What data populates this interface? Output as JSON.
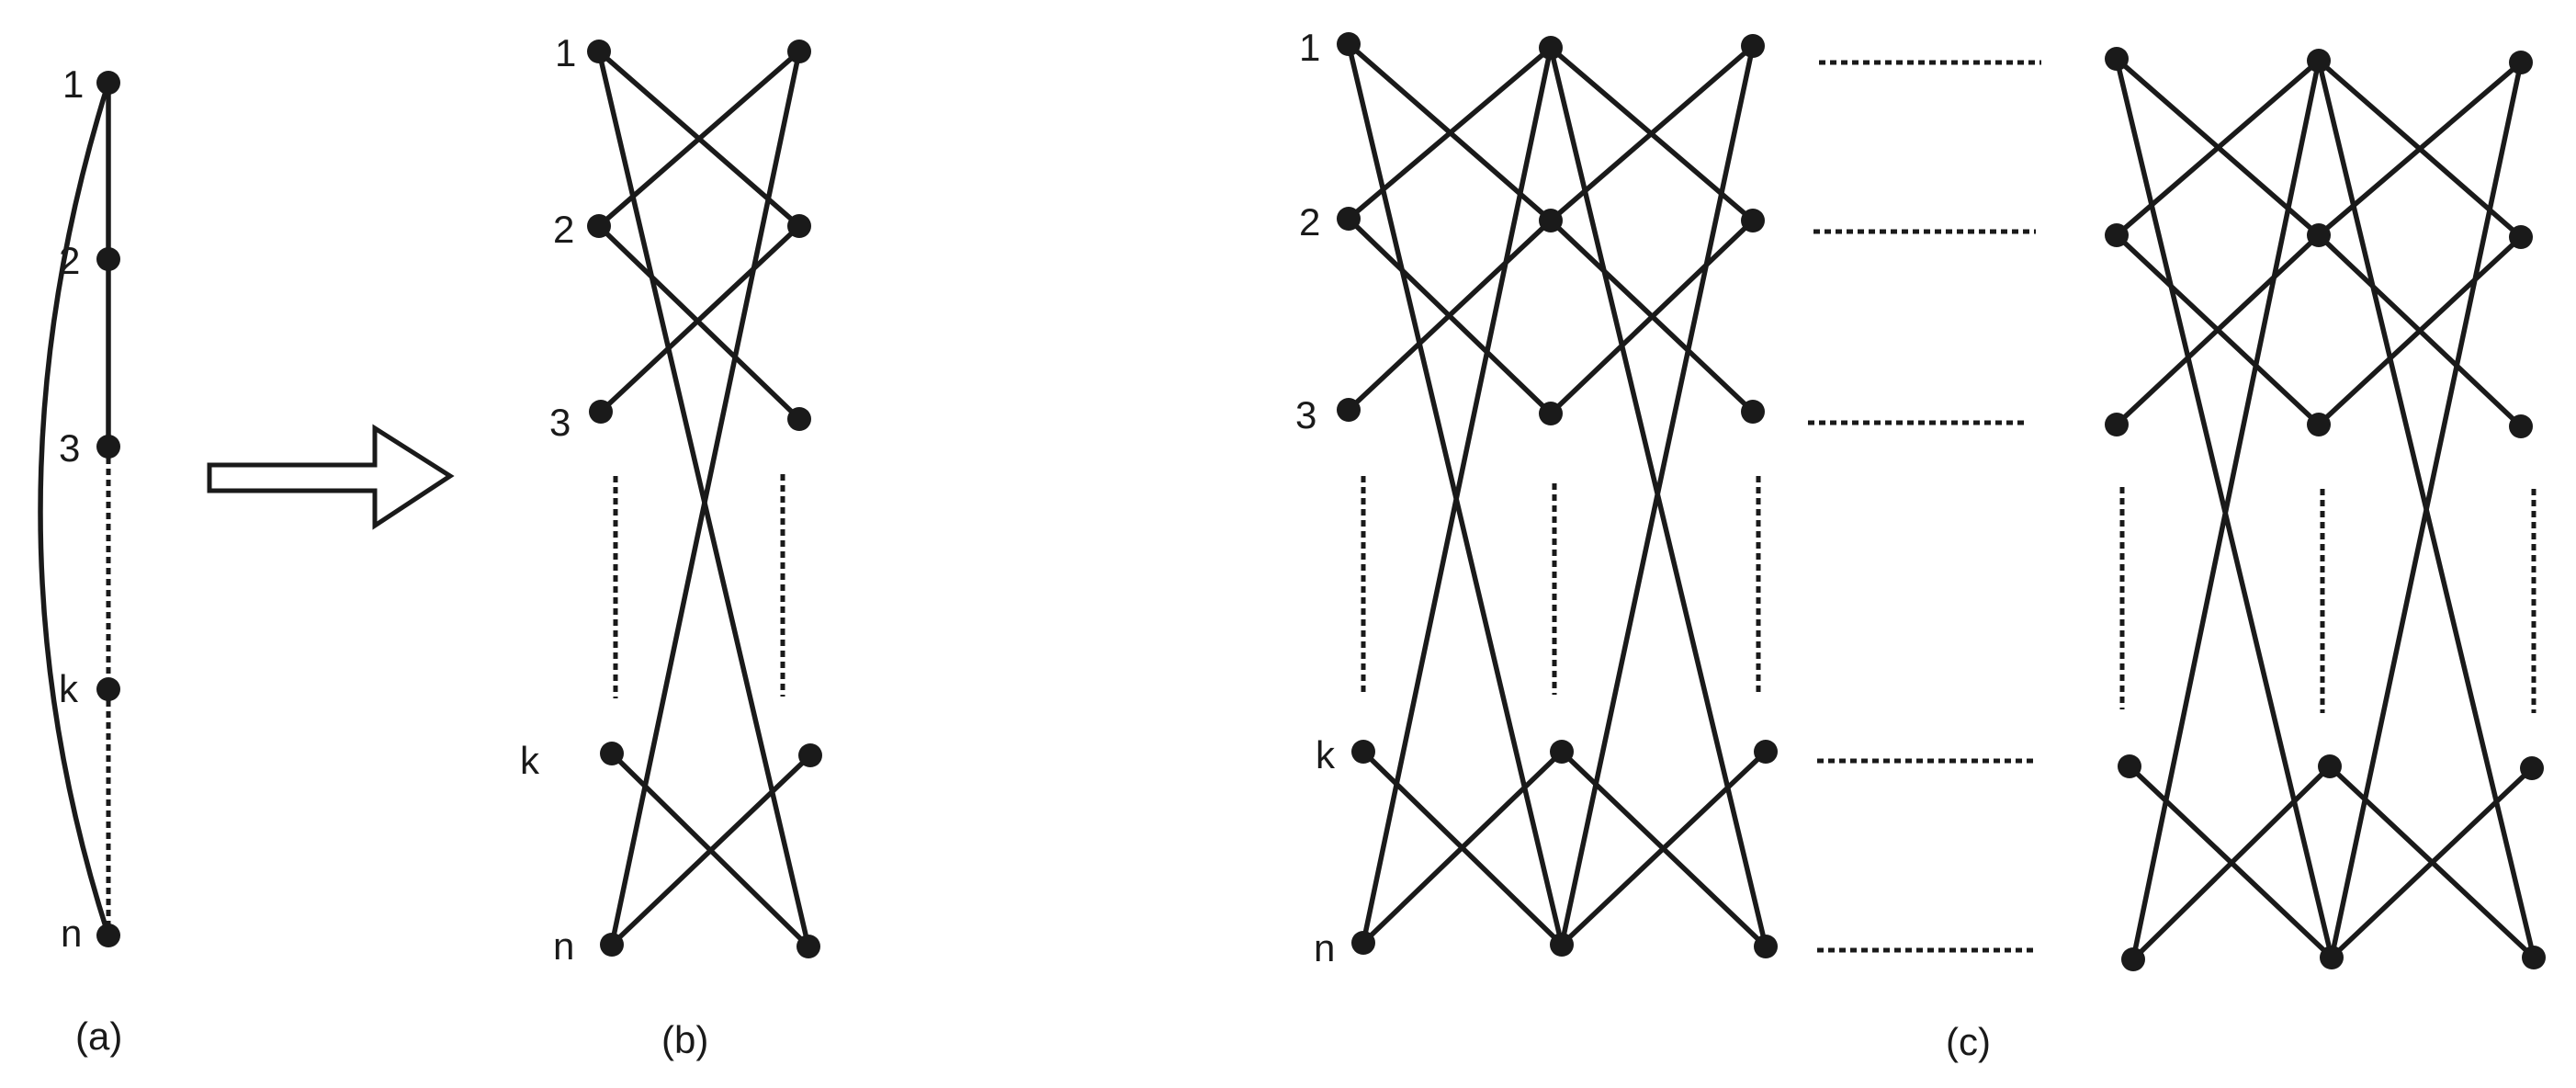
{
  "figure": {
    "captions": {
      "a": "(a)",
      "b": "(b)",
      "c": "(c)"
    },
    "vertex_labels": {
      "v1": "1",
      "v2": "2",
      "v3": "3",
      "vk": "k",
      "vn": "n"
    }
  }
}
